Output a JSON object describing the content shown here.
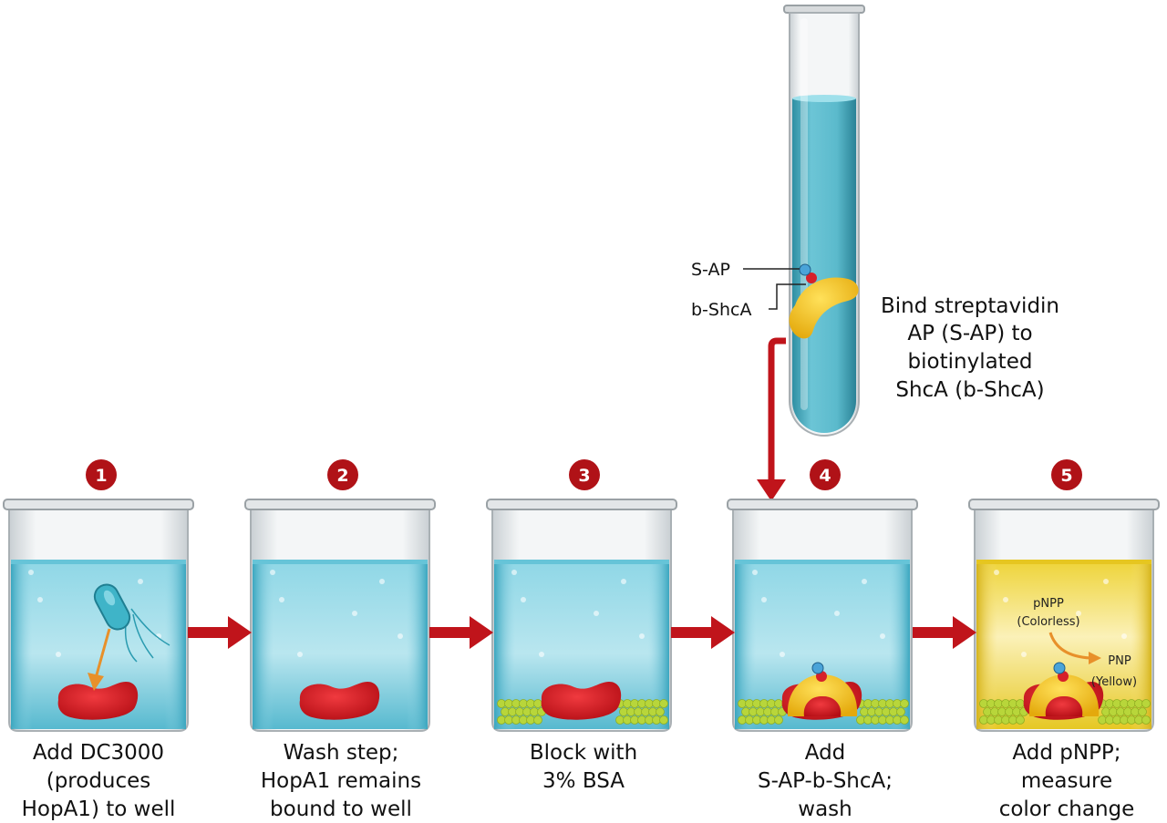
{
  "steps": [
    {
      "number": "1",
      "caption": [
        "Add DC3000",
        "(produces",
        "HopA1) to well"
      ]
    },
    {
      "number": "2",
      "caption": [
        "Wash step;",
        "HopA1 remains",
        "bound to well"
      ]
    },
    {
      "number": "3",
      "caption": [
        "Block with",
        "3% BSA"
      ]
    },
    {
      "number": "4",
      "caption": [
        "Add",
        "S-AP-b-ShcA;",
        "wash"
      ]
    },
    {
      "number": "5",
      "caption": [
        "Add pNPP;",
        "measure",
        "color change"
      ]
    }
  ],
  "tube": {
    "label_sap": "S-AP",
    "label_bshca": "b-ShcA",
    "description": [
      "Bind streptavidin",
      "AP (S-AP) to",
      "biotinylated",
      "ShcA (b-ShcA)"
    ]
  },
  "reaction": {
    "substrate": "pNPP",
    "substrate_note": "(Colorless)",
    "product": "PNP",
    "product_note": "(Yellow)"
  },
  "colors": {
    "arrow": "#c0141b",
    "badge": "#b01217",
    "liquid_blue": "#5fc3d6",
    "liquid_yellow": "#f0d93a",
    "protein_red": "#d8141c",
    "shca_yellow": "#f5c518",
    "bsa_green": "#b8d63a",
    "orange_arrow": "#e8902a"
  }
}
